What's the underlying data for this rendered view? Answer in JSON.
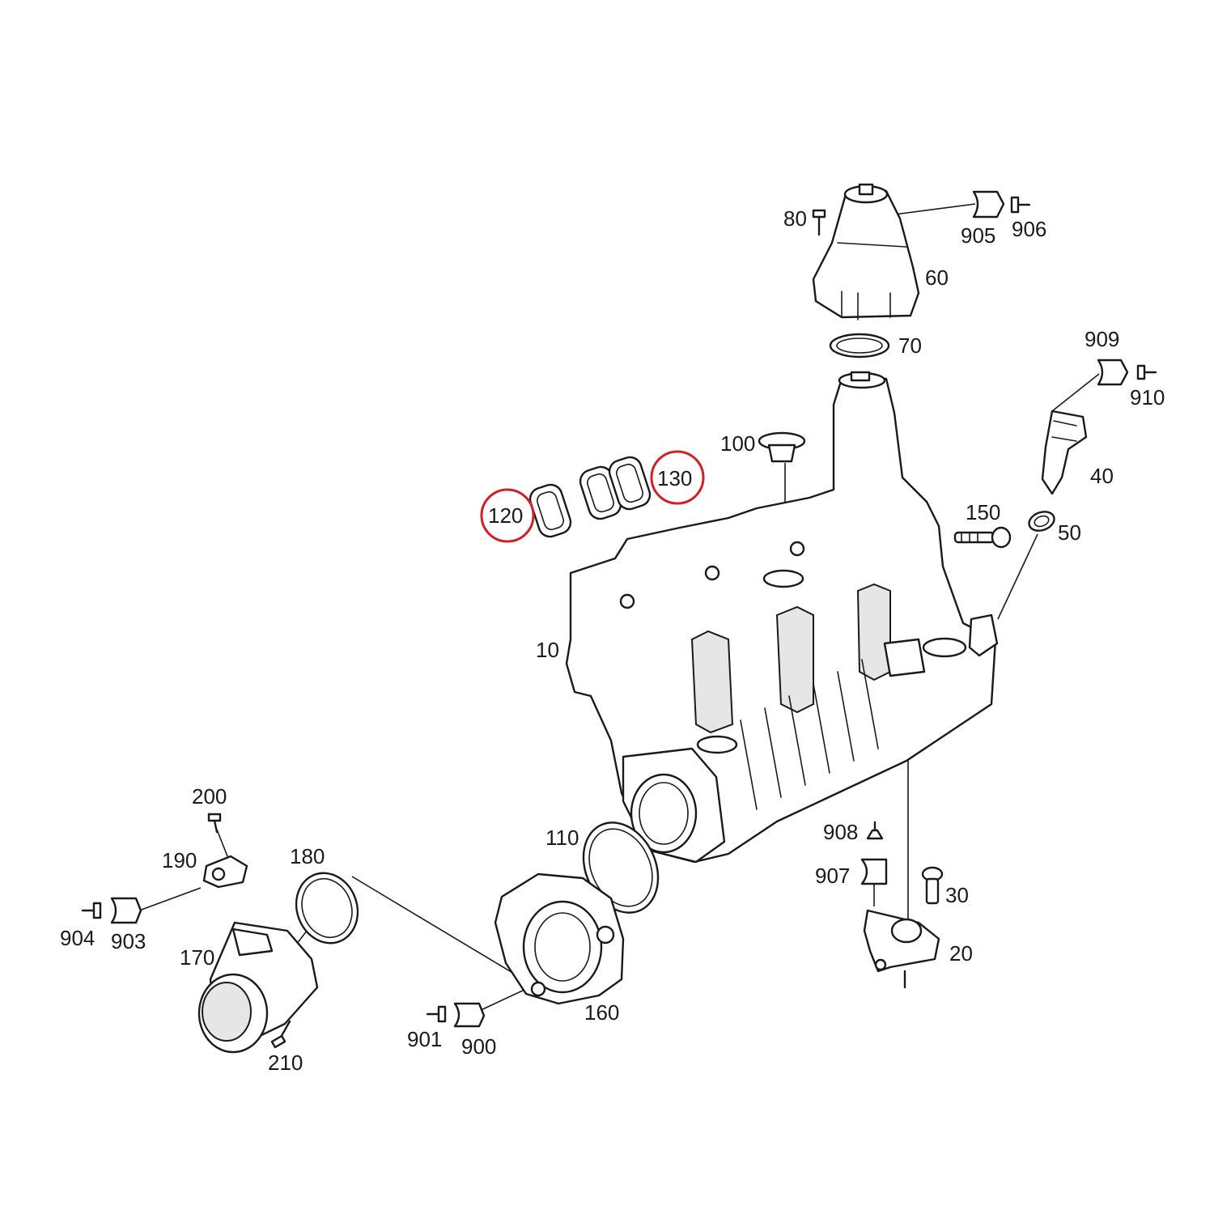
{
  "colors": {
    "highlight": "#d21f26",
    "line": "#1a1a1a",
    "background": "#ffffff"
  },
  "callouts": [
    {
      "id": "p10",
      "text": "10"
    },
    {
      "id": "p20",
      "text": "20"
    },
    {
      "id": "p30",
      "text": "30"
    },
    {
      "id": "p40",
      "text": "40"
    },
    {
      "id": "p50",
      "text": "50"
    },
    {
      "id": "p60",
      "text": "60"
    },
    {
      "id": "p70",
      "text": "70"
    },
    {
      "id": "p80",
      "text": "80"
    },
    {
      "id": "p100",
      "text": "100"
    },
    {
      "id": "p110",
      "text": "110"
    },
    {
      "id": "p120",
      "text": "120",
      "highlighted": true
    },
    {
      "id": "p130",
      "text": "130",
      "highlighted": true
    },
    {
      "id": "p150",
      "text": "150"
    },
    {
      "id": "p160",
      "text": "160"
    },
    {
      "id": "p170",
      "text": "170"
    },
    {
      "id": "p180",
      "text": "180"
    },
    {
      "id": "p190",
      "text": "190"
    },
    {
      "id": "p200",
      "text": "200"
    },
    {
      "id": "p210",
      "text": "210"
    },
    {
      "id": "p900",
      "text": "900"
    },
    {
      "id": "p901",
      "text": "901"
    },
    {
      "id": "p903",
      "text": "903"
    },
    {
      "id": "p904",
      "text": "904"
    },
    {
      "id": "p905",
      "text": "905"
    },
    {
      "id": "p906",
      "text": "906"
    },
    {
      "id": "p907",
      "text": "907"
    },
    {
      "id": "p908",
      "text": "908"
    },
    {
      "id": "p909",
      "text": "909"
    },
    {
      "id": "p910",
      "text": "910"
    }
  ]
}
